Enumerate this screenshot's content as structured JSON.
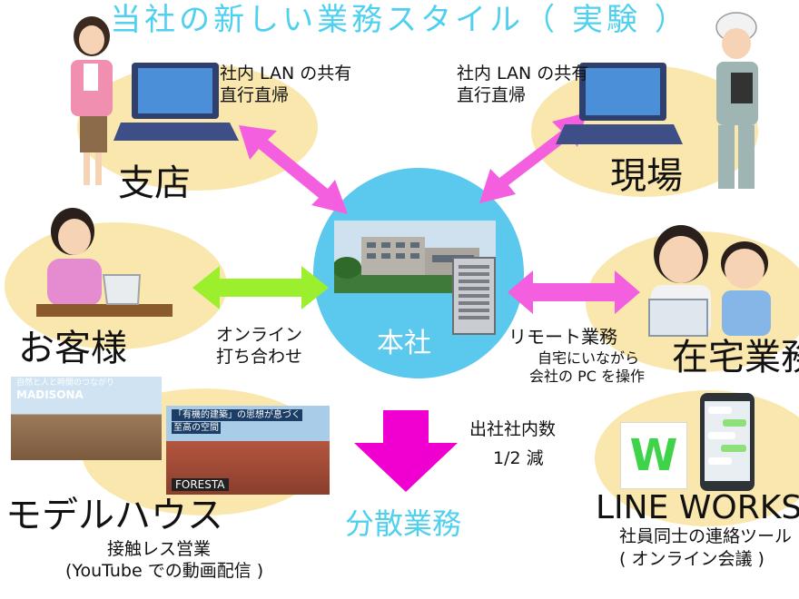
{
  "title": "当社の新しい業務スタイル（ 実験 ）",
  "center": {
    "label": "本社"
  },
  "branch": {
    "label": "支店",
    "note_line1": "社内 LAN の共有",
    "note_line2": "直行直帰"
  },
  "site": {
    "label": "現場",
    "note_line1": "社内 LAN の共有",
    "note_line2": "直行直帰"
  },
  "customer": {
    "label": "お客様",
    "note_line1": "オンライン",
    "note_line2": "打ち合わせ"
  },
  "home": {
    "label": "在宅業務",
    "note_title": "リモート業務",
    "note_line1": "自宅にいながら",
    "note_line2": "会社の PC を操作"
  },
  "model_house": {
    "label": "モデルハウス",
    "note_line1": "接触レス営業",
    "note_line2": "(YouTube での動画配信 )",
    "photo1_caption": "自然と人と時間のつながり",
    "photo1_name": "MADISONA",
    "photo2_caption_line1": "「有機的建築」の思想が息づく",
    "photo2_caption_line2": "至高の空間",
    "photo2_name": "FORESTA"
  },
  "distributed": {
    "label": "分散業務",
    "note_line1": "出社社内数",
    "note_line2": "1/2 減"
  },
  "line_works": {
    "label": "LINE WORKS",
    "note_line1": "社員同士の連絡ツール",
    "note_line2": "( オンライン会議 )",
    "logo_letter": "W"
  },
  "colors": {
    "title": "#4fd0ee",
    "blob": "#fae7ad",
    "circle": "#5bc8ee",
    "arrow_pink": "#f45fe0",
    "arrow_green": "#9cef2c",
    "arrow_magenta": "#f000d0"
  }
}
